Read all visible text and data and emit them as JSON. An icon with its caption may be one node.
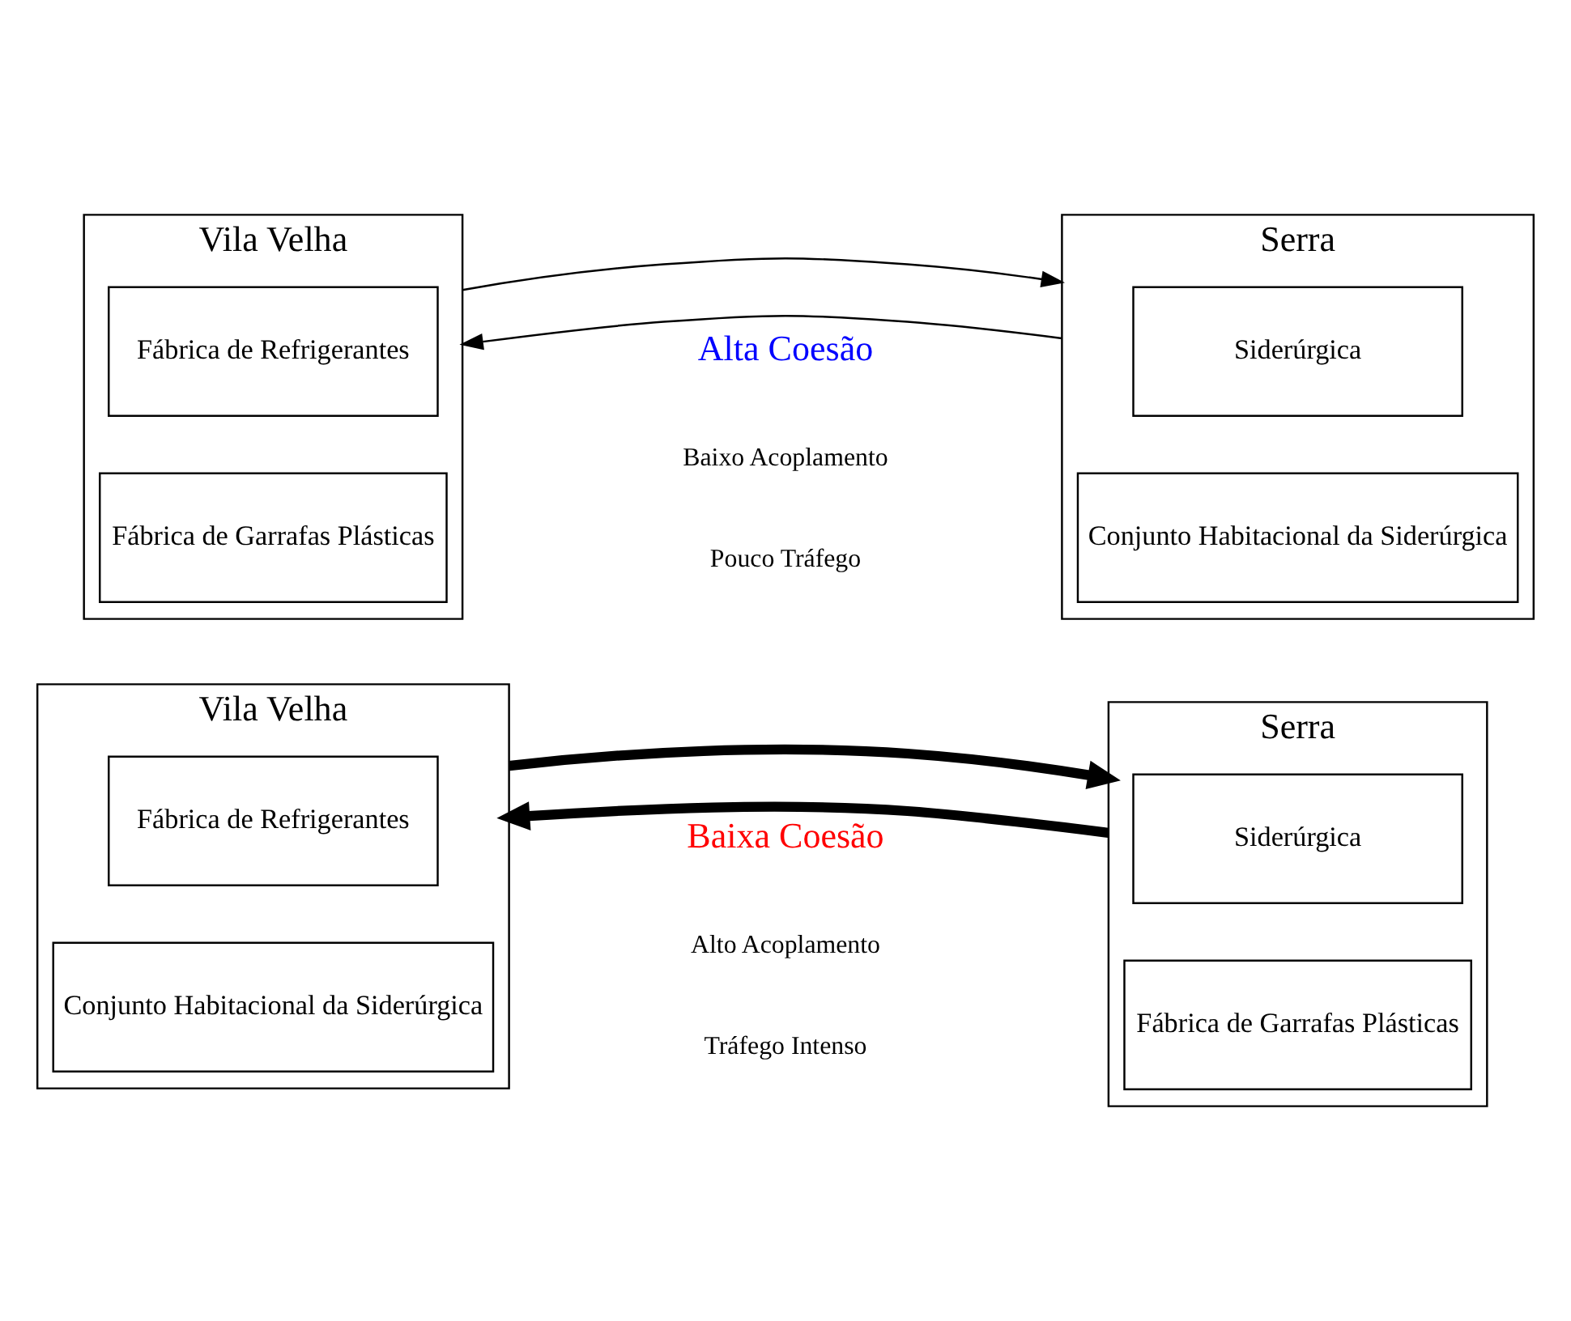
{
  "diagram": {
    "nodes": [
      {
        "text": [
          "Vila Velha"
        ]
      },
      {
        "text": [
          "Fábrica de Refrigerantes"
        ],
        "in": 0
      },
      {
        "text": [
          "Conjunto Habitacional da Siderúrgica"
        ],
        "in": 0
      },
      {
        "text": [
          "Serra"
        ]
      },
      {
        "text": [
          "Siderúrgica"
        ],
        "in": 3
      },
      {
        "text": [
          "Fábrica de Garrafas Plásticas"
        ],
        "in": 3
      },
      {
        "text": [
          "Vila Velha"
        ]
      },
      {
        "text": [
          "Fábrica de Refrigerantes"
        ],
        "in": 6
      },
      {
        "text": [
          "Fábrica de Garrafas Plásticas"
        ],
        "in": 6
      },
      {
        "text": [
          "Serra"
        ]
      },
      {
        "text": [
          "Siderúrgica"
        ],
        "in": 9
      },
      {
        "text": [
          "Conjunto Habitacional da Siderúrgica"
        ],
        "in": 9
      }
    ],
    "edges": [
      {
        "from": 3,
        "to": 0,
        "arrow": "to",
        "style": "thick"
      },
      {
        "from": 0,
        "to": 3,
        "arrow": "to",
        "style": "thick"
      },
      {
        "from": 9,
        "to": 6,
        "arrow": "to"
      },
      {
        "from": 6,
        "to": 9,
        "arrow": "to"
      }
    ],
    "labels": [
      "Baixa Coesão",
      "Alto Acoplamento",
      "Tráfego Intenso",
      "Alta Coesão",
      "Baixo Acoplamento",
      "Pouco Tráfego"
    ]
  }
}
